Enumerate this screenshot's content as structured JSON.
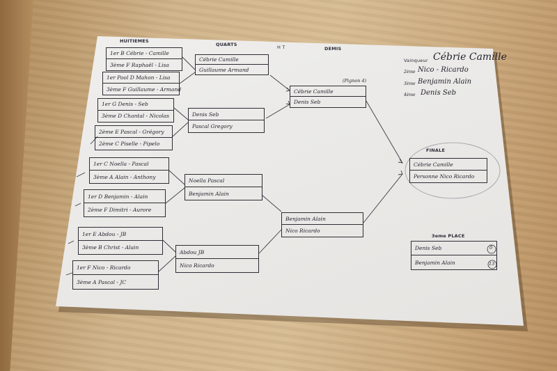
{
  "headers": {
    "round16": "HUITIEMES",
    "quarters": "QUARTS",
    "ht": "H  T",
    "semis": "DEMIS",
    "final": "FINALE",
    "third_place": "3eme PLACE",
    "winner": "Vainqueur"
  },
  "round16": [
    {
      "a": "1er B Cébrie - Camille",
      "b": "3ème F Raphaël - Lisa"
    },
    {
      "a": "1er Pool D Mahon - Lisa",
      "b": "3ème F Guillaume - Armand"
    },
    {
      "a": "1er G Denis - Seb",
      "b": "3ème D Chantal - Nicolas"
    },
    {
      "a": "2ème E Pascal - Grégory",
      "b": "2ème C Piselle - Pipelo"
    },
    {
      "a": "1er C Noella - Pascal",
      "b": "3ème A Alain - Anthony"
    },
    {
      "a": "1er D Benjamin - Alain",
      "b": "2ème F Dimitri - Aurore"
    },
    {
      "a": "1er E Abdou - JB",
      "b": "3ème B Christ - Alain"
    },
    {
      "a": "1er F Nico - Ricardo",
      "b": "3ème A Pascal - JC"
    }
  ],
  "quarters": [
    {
      "a": "Cébrie Camille",
      "b": "Guillaume Armand"
    },
    {
      "a": "Denis Seb",
      "b": "Pascal Gregory"
    },
    {
      "a": "Noella Pascal",
      "b": "Benjamin Alain"
    },
    {
      "a": "Abdou JB",
      "b": "Nico Ricardo"
    }
  ],
  "semis": [
    {
      "a": "Cébrie Camille",
      "b": "Denis Seb",
      "note": "(Pignon 4)"
    },
    {
      "a": "Benjamin Alain",
      "b": "Nico Ricardo"
    }
  ],
  "final": {
    "a": "Cébrie Camille",
    "b": "Personne Nico Ricardo"
  },
  "third": {
    "a": "Denis Seb",
    "b": "Benjamin Alain",
    "a_score": "0",
    "b_score": "13"
  },
  "ranking": {
    "winner": "Cébrie Camille",
    "second_label": "2ème",
    "second": "Nico - Ricardo",
    "third_label": "3ème",
    "third": "Benjamin Alain",
    "fourth_label": "4ème",
    "fourth": "Denis Seb"
  }
}
